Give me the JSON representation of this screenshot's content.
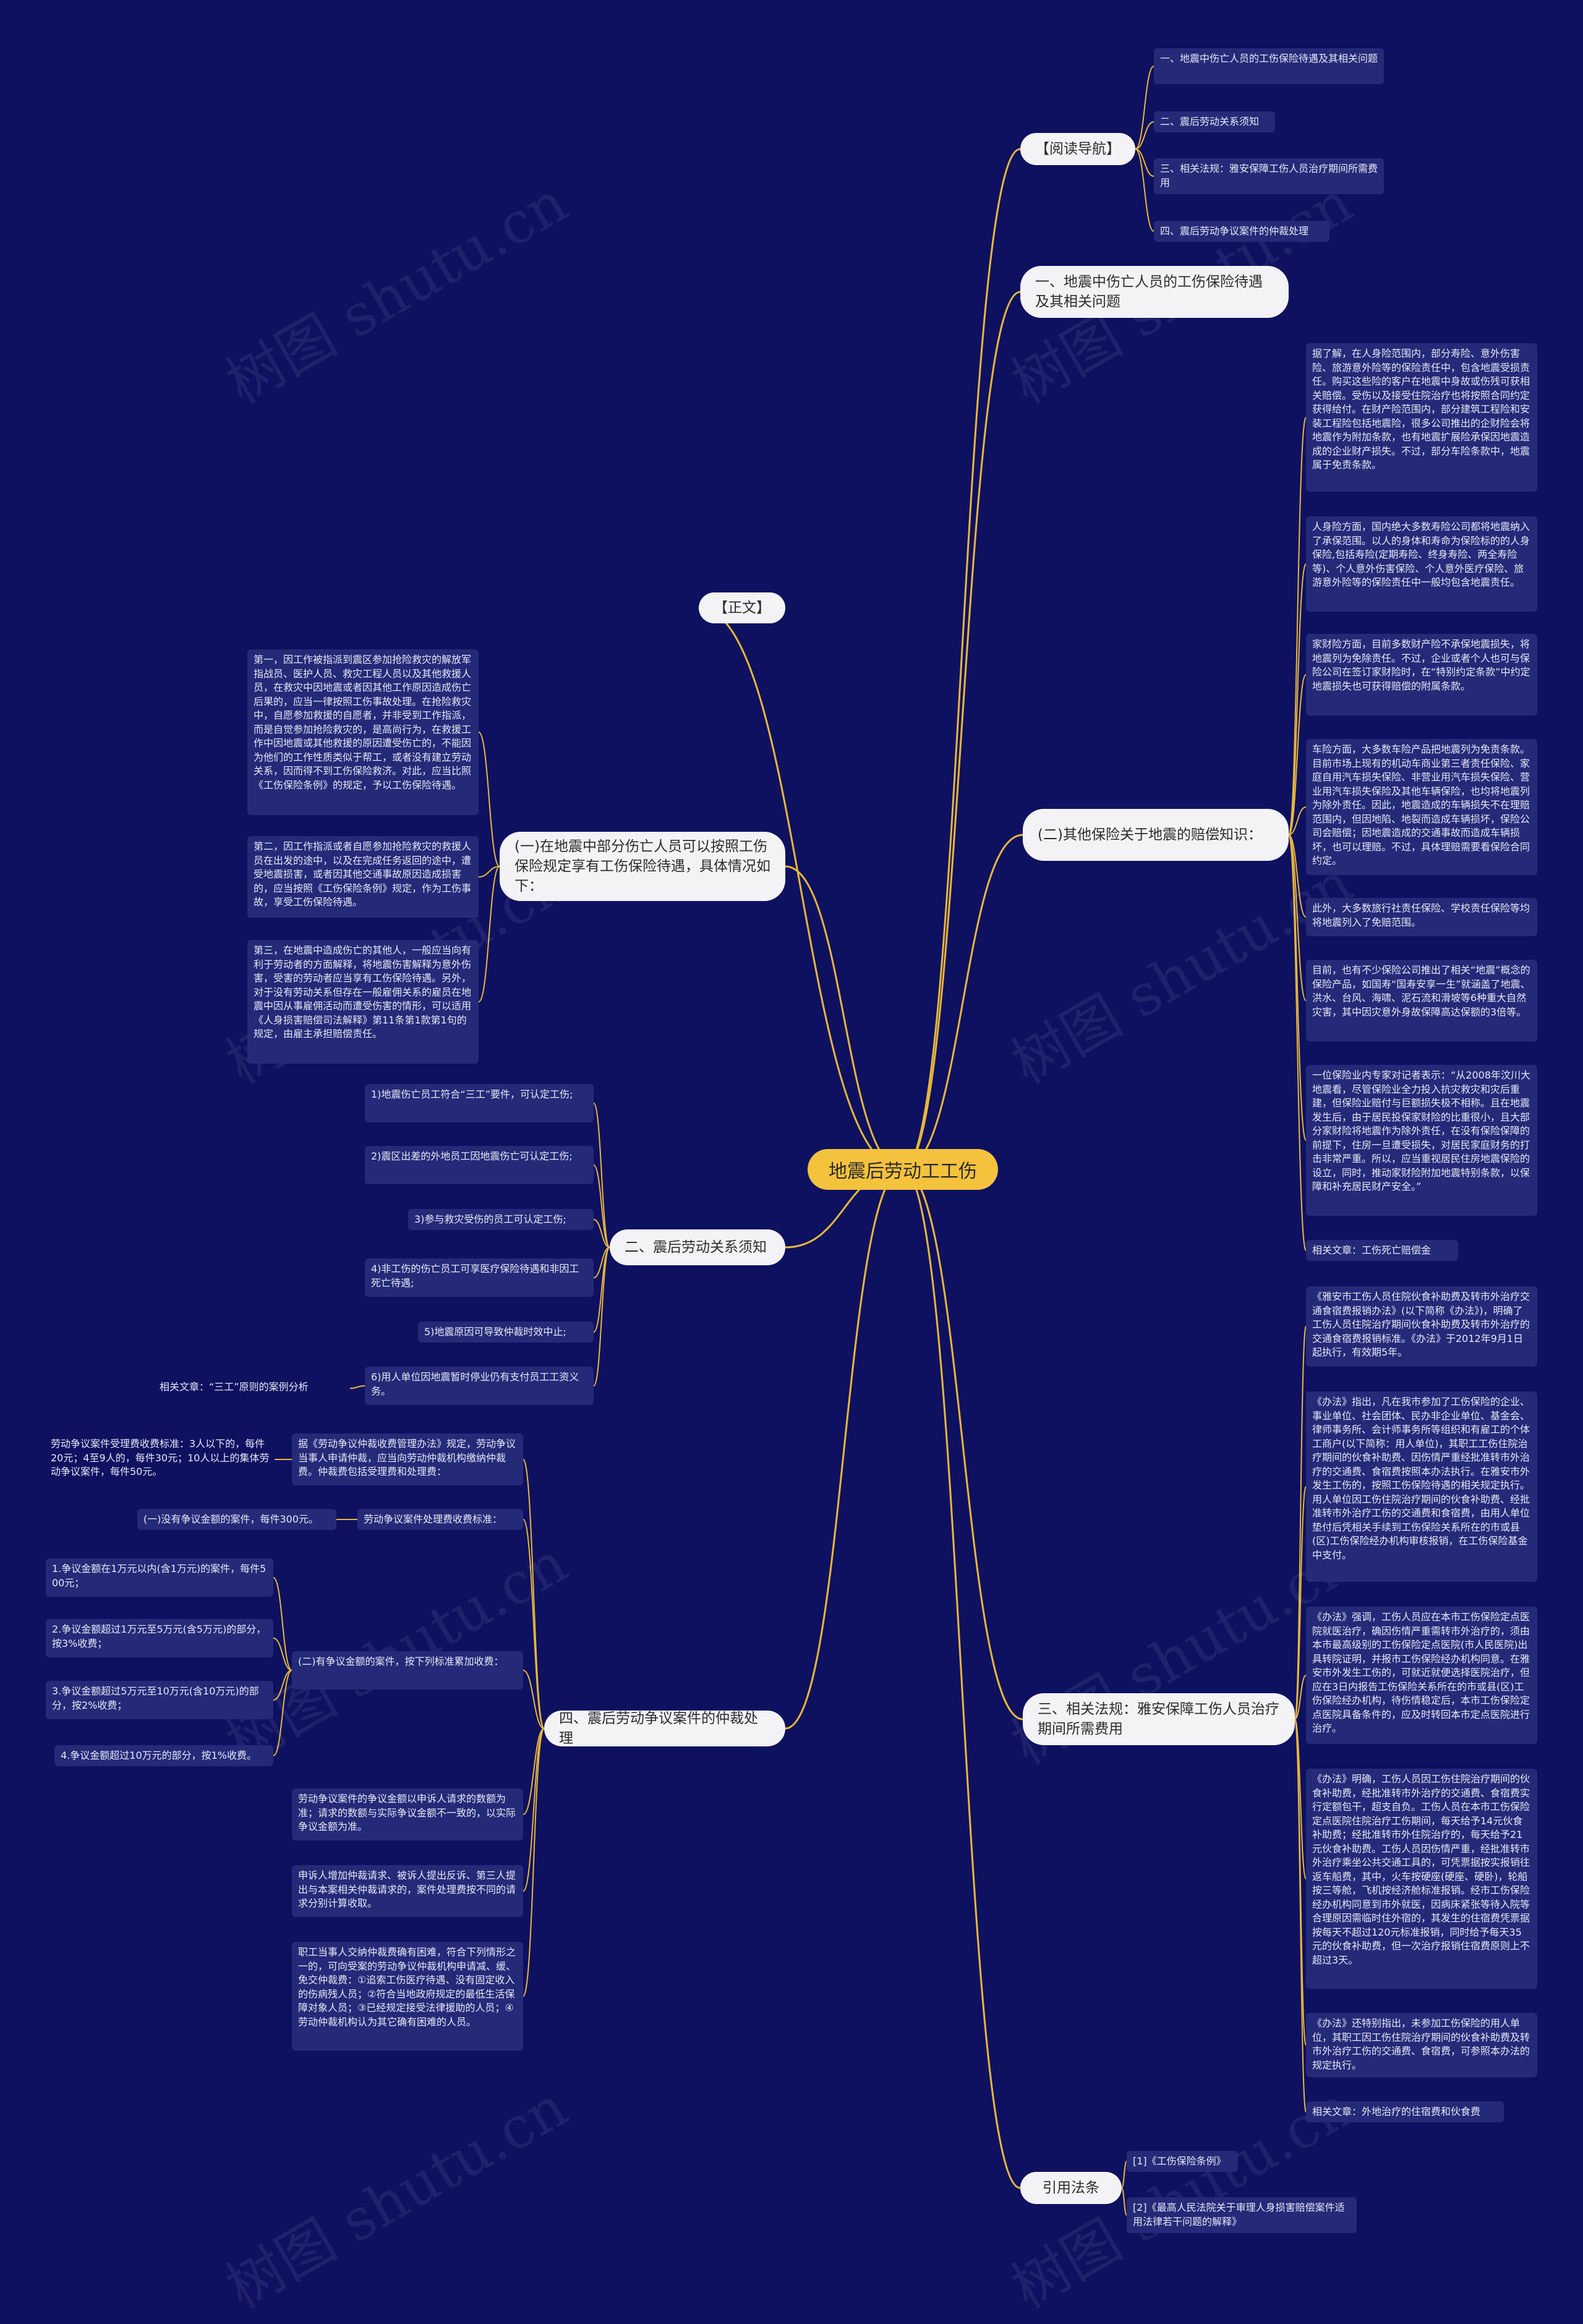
{
  "watermark": "树图 shutu.cn",
  "colors": {
    "background": "#0d1160",
    "edge": "#e9b73a",
    "root": "#f5c23d",
    "leaf": "#242a78"
  },
  "root": "地震后劳动工工伤",
  "reading_guide": {
    "label": "【阅读导航】",
    "items": [
      "一、地震中伤亡人员的工伤保险待遇及其相关问题",
      "二、震后劳动关系须知",
      "三、相关法规：雅安保障工伤人员治疗期间所需费用",
      "四、震后劳动争议案件的仲裁处理"
    ]
  },
  "section1": {
    "label": "一、地震中伤亡人员的工伤保险待遇及其相关问题"
  },
  "zhengwen": {
    "label": "【正文】"
  },
  "insurance": {
    "label": "(二)其他保险关于地震的赔偿知识：",
    "items": [
      "据了解，在人身险范围内，部分寿险、意外伤害险、旅游意外险等的保险责任中，包含地震受损责任。购买这些险的客户在地震中身故或伤残可获相关赔偿。受伤以及接受住院治疗也将按照合同约定获得给付。在财产险范围内，部分建筑工程险和安装工程险包括地震险，很多公司推出的企财险会将地震作为附加条款，也有地震扩展险承保因地震造成的企业财产损失。不过，部分车险条款中，地震属于免责条款。",
      "人身险方面，国内绝大多数寿险公司都将地震纳入了承保范围。以人的身体和寿命为保险标的的人身保险,包括寿险(定期寿险、终身寿险、两全寿险等)、个人意外伤害保险、个人意外医疗保险、旅游意外险等的保险责任中一般均包含地震责任。",
      "家财险方面，目前多数财产险不承保地震损失，将地震列为免除责任。不过，企业或者个人也可与保险公司在签订家财险时，在“特别约定条款”中约定地震损失也可获得赔偿的附属条款。",
      "车险方面，大多数车险产品把地震列为免责条款。目前市场上现有的机动车商业第三者责任保险、家庭自用汽车损失保险、非营业用汽车损失保险、营业用汽车损失保险及其他车辆保险，也均将地震列为除外责任。因此，地震造成的车辆损失不在理赔范围内，但因地陷、地裂而造成车辆损坏，保险公司会赔偿；因地震造成的交通事故而造成车辆损坏，也可以理赔。不过，具体理赔需要看保险合同约定。",
      "此外，大多数旅行社责任保险、学校责任保险等均将地震列入了免赔范围。",
      "目前，也有不少保险公司推出了相关“地震”概念的保险产品，如国寿“国寿安享一生”就涵盖了地震、洪水、台风、海啸、泥石流和滑坡等6种重大自然灾害，其中因灾意外身故保障高达保额的3倍等。",
      "一位保险业内专家对记者表示：“从2008年汶川大地震看，尽管保险业全力投入抗灾救灾和灾后重建，但保险业赔付与巨额损失极不相称。且在地震发生后，由于居民投保家财险的比重很小，且大部分家财险将地震作为除外责任，在没有保险保障的前提下，住房一旦遭受损失，对居民家庭财务的打击非常严重。所以，应当重视居民住房地震保险的设立，同时，推动家财险附加地震特别条款，以保障和补充居民财产安全。”",
      "相关文章：工伤死亡赔偿金"
    ]
  },
  "left_a": {
    "label": "(一)在地震中部分伤亡人员可以按照工伤保险规定享有工伤保险待遇，具体情况如下：",
    "items": [
      "第一，因工作被指派到震区参加抢险救灾的解放军指战员、医护人员、救灾工程人员以及其他救援人员，在救灾中因地震或者因其他工作原因造成伤亡后果的，应当一律按照工伤事故处理。在抢险救灾中，自愿参加救援的自愿者，并非受到工作指派，而是自觉参加抢险救灾的，是高尚行为，在救援工作中因地震或其他救援的原因遭受伤亡的，不能因为他们的工作性质类似于帮工，或者没有建立劳动关系，因而得不到工伤保险救济。对此，应当比照《工伤保险条例》的规定，予以工伤保险待遇。",
      "第二，因工作指派或者自愿参加抢险救灾的救援人员在出发的途中，以及在完成任务返回的途中，遭受地震损害，或者因其他交通事故原因造成损害的，应当按照《工伤保险条例》规定，作为工伤事故，享受工伤保险待遇。",
      "第三，在地震中造成伤亡的其他人，一般应当向有利于劳动者的方面解释，将地震伤害解释为意外伤害，受害的劳动者应当享有工伤保险待遇。另外，对于没有劳动关系但存在一般雇佣关系的雇员在地震中因从事雇佣活动而遭受伤害的情形，可以适用《人身损害赔偿司法解释》第11条第1款第1句的规定，由雇主承担赔偿责任。"
    ]
  },
  "left_b": {
    "label": "二、震后劳动关系须知",
    "items": [
      "1)地震伤亡员工符合“三工”要件，可认定工伤;",
      "2)震区出差的外地员工因地震伤亡可认定工伤;",
      "3)参与救灾受伤的员工可认定工伤;",
      "4)非工伤的伤亡员工可享医疗保险待遇和非因工死亡待遇;",
      "5)地震原因可导致仲裁时效中止;",
      "6)用人单位因地震暂时停业仍有支付员工工资义务。"
    ],
    "sub": "相关文章：“三工”原则的案例分析"
  },
  "left_c": {
    "label": "四、震后劳动争议案件的仲裁处理",
    "p1": "据《劳动争议仲裁收费管理办法》规定，劳动争议当事人申请仲裁，应当向劳动仲裁机构缴纳仲裁费。仲裁费包括受理费和处理费：",
    "p1_sub": "劳动争议案件受理费收费标准：3人以下的，每件20元；4至9人的，每件30元；10人以上的集体劳动争议案件，每件50元。",
    "p2": "劳动争议案件处理费收费标准：",
    "p2_a": "(一)没有争议金额的案件，每件300元。",
    "p2_b": "(二)有争议金额的案件，按下列标准累加收费：",
    "p2_b_items": [
      "1.争议金额在1万元以内(含1万元)的案件，每件500元；",
      "2.争议金额超过1万元至5万元(含5万元)的部分，按3%收费；",
      "3.争议金额超过5万元至10万元(含10万元)的部分，按2%收费；",
      "4.争议金额超过10万元的部分，按1%收费。"
    ],
    "p3": "劳动争议案件的争议金额以申诉人请求的数额为准；请求的数额与实际争议金额不一致的，以实际争议金额为准。",
    "p4": "申诉人增加仲裁请求、被诉人提出反诉、第三人提出与本案相关仲裁请求的，案件处理费按不同的请求分别计算收取。",
    "p5": "职工当事人交纳仲裁费确有困难，符合下列情形之一的，可向受案的劳动争议仲裁机构申请减、缓、免交仲裁费：①追索工伤医疗待遇、没有固定收入的伤病残人员；②符合当地政府规定的最低生活保障对象人员；③已经规定接受法律援助的人员；④劳动仲裁机构认为其它确有困难的人员。"
  },
  "section3": {
    "label": "三、相关法规：雅安保障工伤人员治疗期间所需费用",
    "items": [
      "《雅安市工伤人员住院伙食补助费及转市外治疗交通食宿费报销办法》(以下简称《办法》)，明确了工伤人员住院治疗期间伙食补助费及转市外治疗的交通食宿费报销标准。《办法》于2012年9月1日起执行，有效期5年。",
      "《办法》指出，凡在我市参加了工伤保险的企业、事业单位、社会团体、民办非企业单位、基金会、律师事务所、会计师事务所等组织和有雇工的个体工商户(以下简称：用人单位)，其职工工伤住院治疗期间的伙食补助费、因伤情严重经批准转市外治疗的交通费、食宿费按照本办法执行。在雅安市外发生工伤的，按照工伤保险待遇的相关规定执行。用人单位因工伤住院治疗期间的伙食补助费、经批准转市外治疗工伤的交通费和食宿费，由用人单位垫付后凭相关手续到工伤保险关系所在的市或县(区)工伤保险经办机构审核报销，在工伤保险基金中支付。",
      "《办法》强调，工伤人员应在本市工伤保险定点医院就医治疗，确因伤情严重需转市外治疗的，须由本市最高级别的工伤保险定点医院(市人民医院)出具转院证明，并报市工伤保险经办机构同意。在雅安市外发生工伤的，可就近就便选择医院治疗，但应在3日内报告工伤保险关系所在的市或县(区)工伤保险经办机构，待伤情稳定后，本市工伤保险定点医院具备条件的，应及时转回本市定点医院进行治疗。",
      "《办法》明确，工伤人员因工伤住院治疗期间的伙食补助费，经批准转市外治疗的交通费、食宿费实行定额包干，超支自负。工伤人员在本市工伤保险定点医院住院治疗工伤期间，每天给予14元伙食补助费；经批准转市外住院治疗的，每天给予21元伙食补助费。工伤人员因伤情严重，经批准转市外治疗乘坐公共交通工具的，可凭票据按实报销往返车船费，其中，火车按硬座(硬座、硬卧)，轮船按三等舱，飞机按经济舱标准报销。经市工伤保险经办机构同意到市外就医，因病床紧张等待入院等合理原因需临时住外宿的，其发生的住宿费凭票据按每天不超过120元标准报销，同时给予每天35元的伙食补助费，但一次治疗报销住宿费原则上不超过3天。",
      "《办法》还特别指出，未参加工伤保险的用人单位，其职工因工伤住院治疗期间的伙食补助费及转市外治疗工伤的交通费、食宿费，可参照本办法的规定执行。",
      "相关文章：外地治疗的住宿费和伙食费"
    ]
  },
  "citations": {
    "label": "引用法条",
    "items": [
      "[1]《工伤保险条例》",
      "[2]《最高人民法院关于审理人身损害赔偿案件适用法律若干问题的解释》"
    ]
  }
}
